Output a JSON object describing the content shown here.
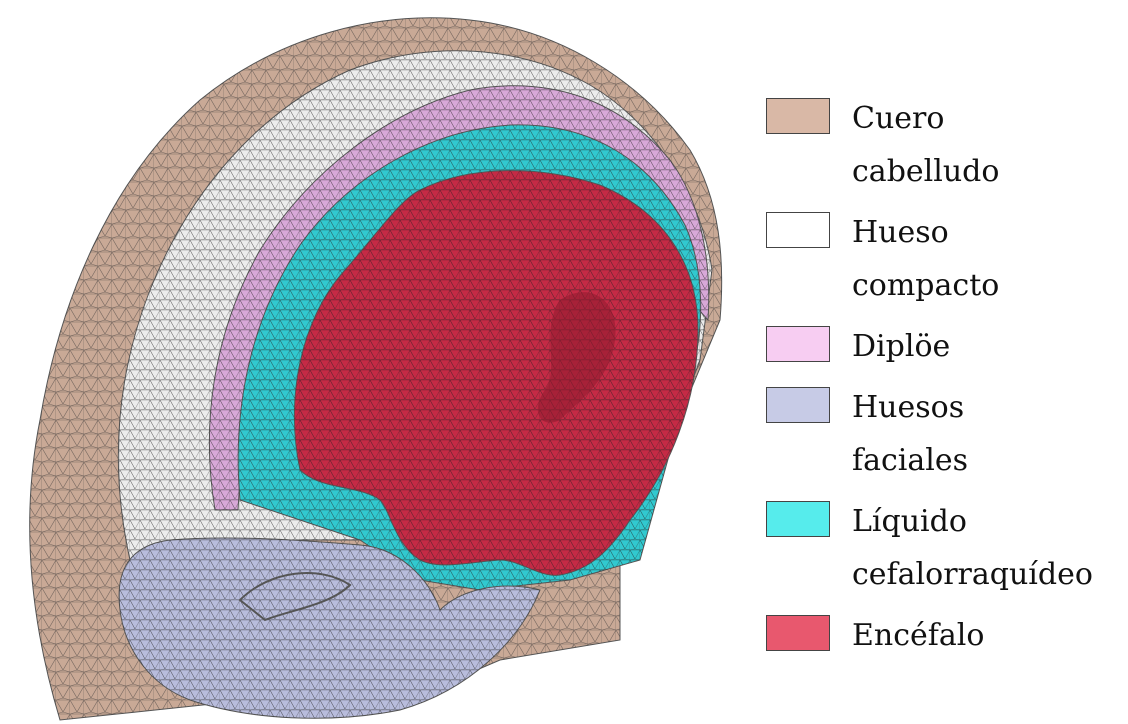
{
  "legend": {
    "items": [
      {
        "key": "scalp",
        "label": "Cuero cabelludo",
        "color": "#d9b8a6"
      },
      {
        "key": "compact_bone",
        "label": "Hueso compacto",
        "color": "#ffffff"
      },
      {
        "key": "diploe",
        "label": "Diplöe",
        "color": "#f7cdf2"
      },
      {
        "key": "facial_bones",
        "label": "Huesos faciales",
        "color": "#c7cbe6"
      },
      {
        "key": "csf",
        "label": "Líquido cefalorraquídeo",
        "color": "#56ecec"
      },
      {
        "key": "brain",
        "label": "Encéfalo",
        "color": "#e8586e"
      }
    ]
  },
  "colors": {
    "scalp_mesh": "#c9a996",
    "compact_mesh": "#ececec",
    "diploe_mesh": "#d8a8d8",
    "facial_mesh": "#b8bcdc",
    "csf_mesh": "#31c9cf",
    "brain_mesh": "#c52a45",
    "brain_shadow": "#8e1a2e",
    "mesh_line": "#333333"
  }
}
